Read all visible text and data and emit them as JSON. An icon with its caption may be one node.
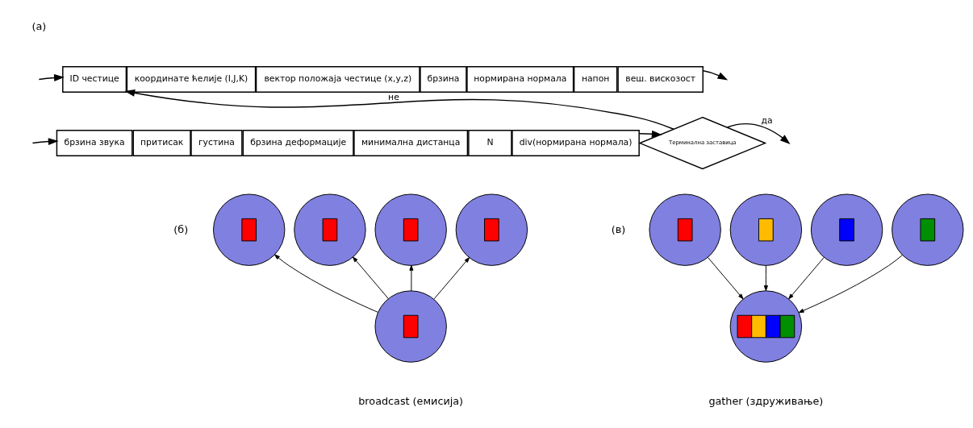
{
  "diagram": {
    "nodes": [
      {
        "text": [
          "ID честице"
        ]
      },
      {
        "text": [
          "координате ћелије (I,J,K)"
        ]
      },
      {
        "text": [
          "вектор положаја честице (x,y,z)"
        ]
      },
      {
        "text": [
          "брзина"
        ]
      },
      {
        "text": [
          "нормирана нормала"
        ]
      },
      {
        "text": [
          "напон"
        ]
      },
      {
        "text": [
          "веш. вискозост"
        ]
      },
      {
        "text": [
          "брзина звука"
        ]
      },
      {
        "text": [
          "притисак"
        ]
      },
      {
        "text": [
          "густина"
        ]
      },
      {
        "text": [
          "брзина деформације"
        ]
      },
      {
        "text": [
          "минимална дистанца"
        ]
      },
      {
        "text": [
          "N"
        ]
      },
      {
        "text": [
          "div(нормирана нормала)"
        ]
      },
      {
        "text": [
          "Терминална заставица"
        ]
      },
      {
        "text": [],
        "shape": "circle"
      },
      {
        "text": [],
        "shape": "circle"
      },
      {
        "text": [],
        "shape": "circle"
      },
      {
        "text": [],
        "shape": "circle"
      },
      {
        "text": [],
        "shape": "circle"
      },
      {
        "text": [],
        "shape": "circle"
      },
      {
        "text": [],
        "shape": "circle"
      },
      {
        "text": [],
        "shape": "circle"
      },
      {
        "text": [],
        "shape": "circle"
      },
      {
        "text": [],
        "shape": "circle"
      }
    ],
    "edges": [
      {
        "from": null,
        "to": 0,
        "arrow": "to"
      },
      {
        "from": 6,
        "to": null,
        "arrow": "to"
      },
      {
        "from": 14,
        "to": 0,
        "arrow": "to",
        "label": "не"
      },
      {
        "from": null,
        "to": 7,
        "arrow": "to"
      },
      {
        "from": 13,
        "to": 14,
        "arrow": "to"
      },
      {
        "from": 14,
        "to": null,
        "arrow": "to",
        "label": "да"
      },
      {
        "from": 19,
        "to": 15,
        "arrow": "to"
      },
      {
        "from": 19,
        "to": 16,
        "arrow": "to"
      },
      {
        "from": 19,
        "to": 17,
        "arrow": "to"
      },
      {
        "from": 19,
        "to": 18,
        "arrow": "to"
      },
      {
        "from": 20,
        "to": 24,
        "arrow": "to"
      },
      {
        "from": 21,
        "to": 24,
        "arrow": "to"
      },
      {
        "from": 22,
        "to": 24,
        "arrow": "to"
      },
      {
        "from": 23,
        "to": 24,
        "arrow": "to"
      }
    ],
    "labels": [
      "(a)",
      "(б)",
      "(в)",
      "broadcast (емисија)",
      "gather (здруживање)"
    ]
  }
}
